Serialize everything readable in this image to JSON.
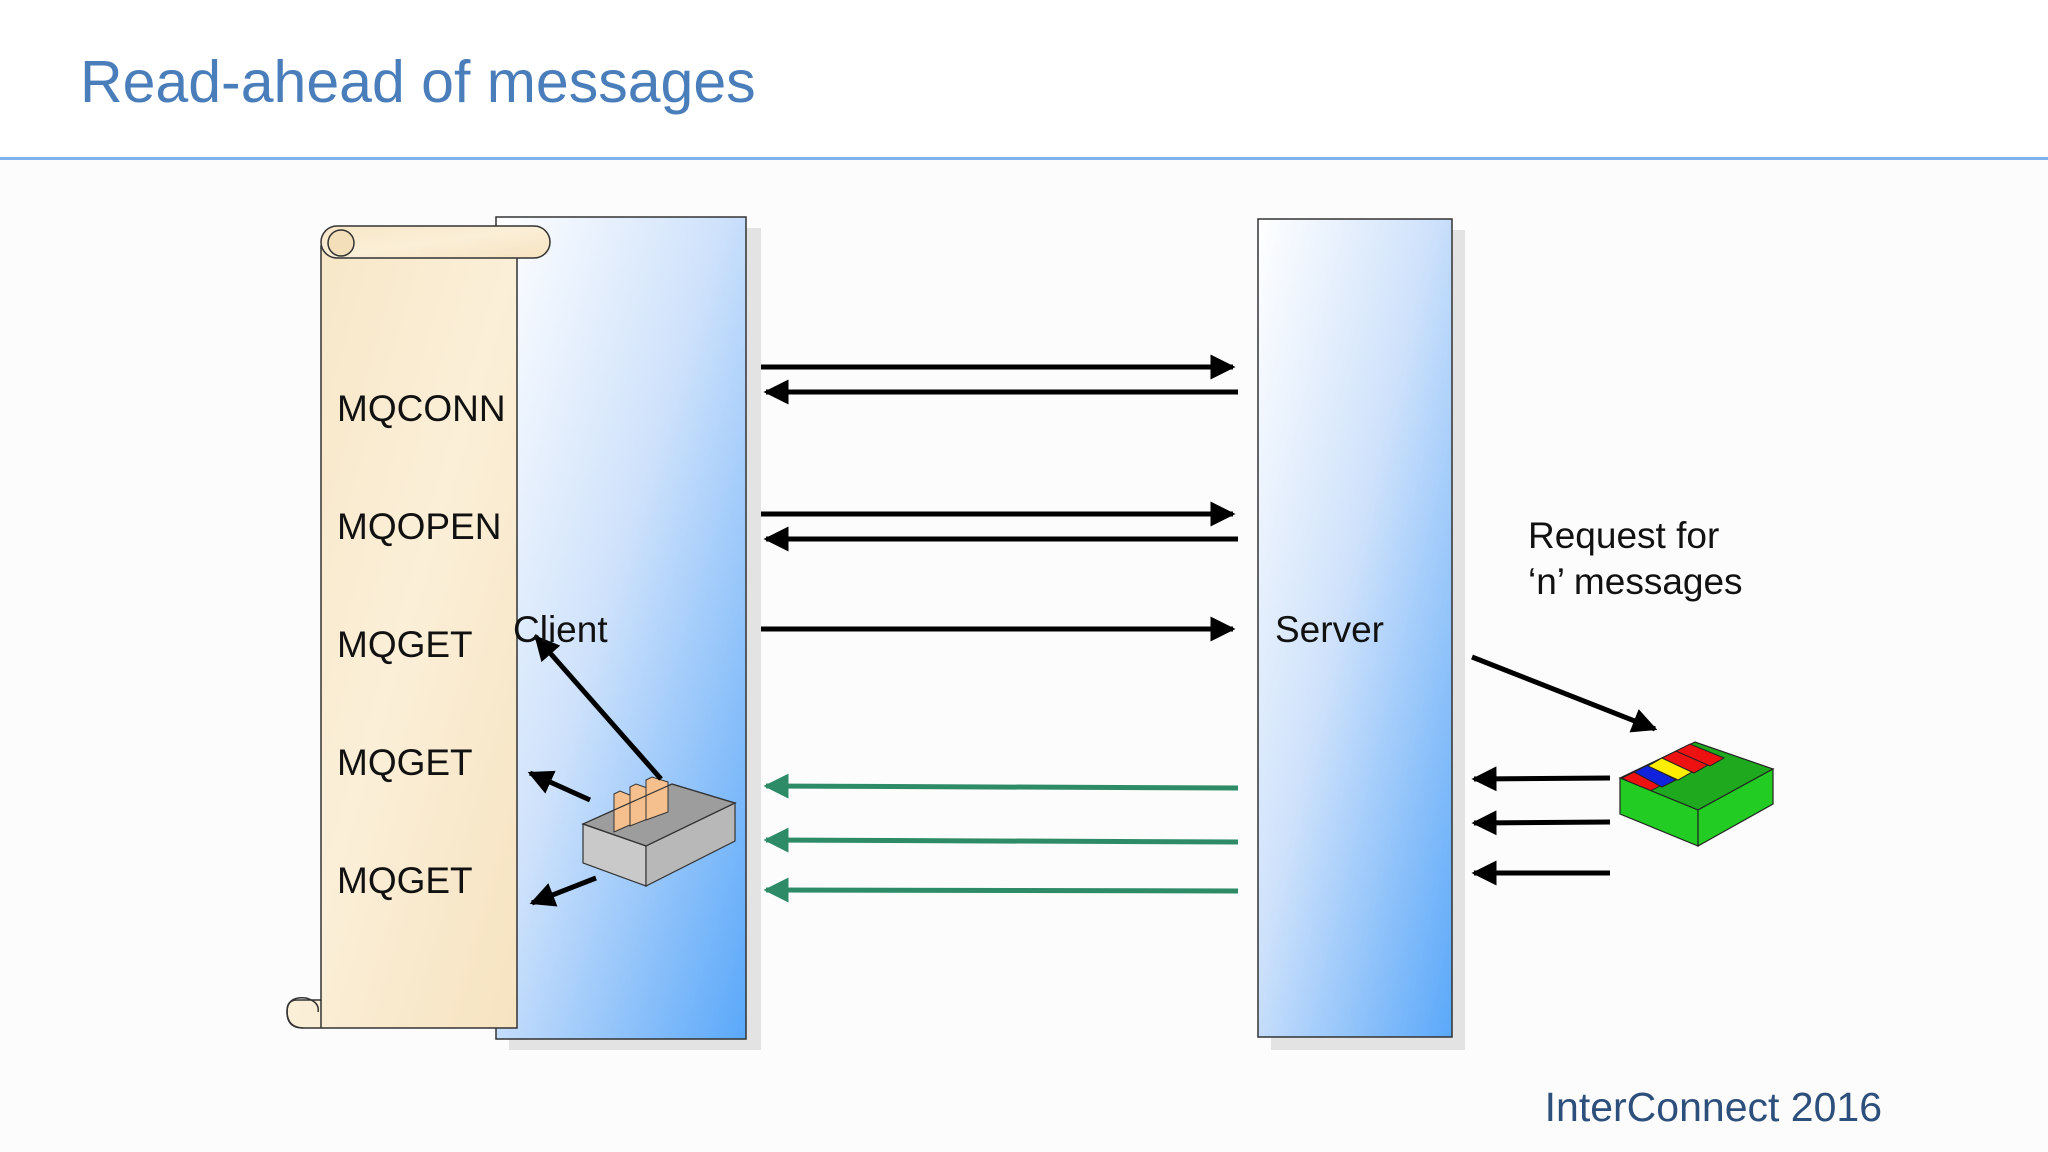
{
  "slide": {
    "title": "Read-ahead of messages",
    "footer": "InterConnect 2016"
  },
  "scroll": {
    "calls": [
      "MQCONN",
      "MQOPEN",
      "MQGET",
      "MQGET",
      "MQGET"
    ]
  },
  "client": {
    "label": "Client"
  },
  "server": {
    "label": "Server"
  },
  "request": {
    "line1": "Request for",
    "line2": "‘n’ messages"
  },
  "colors": {
    "title": "#4a7ebb",
    "rule": "#7fb3ee",
    "column_light": "#ffffff",
    "column_dark": "#5aa8fa",
    "scroll_fill": "#faebd0",
    "arrow_black": "#000000",
    "arrow_green": "#2e8b67",
    "box_grey": "#b8b8b8",
    "box_green": "#22cc22",
    "msg_red": "#ee1111",
    "msg_yellow": "#ffee00",
    "msg_blue": "#1122dd",
    "msg_peach": "#f6c08e"
  }
}
